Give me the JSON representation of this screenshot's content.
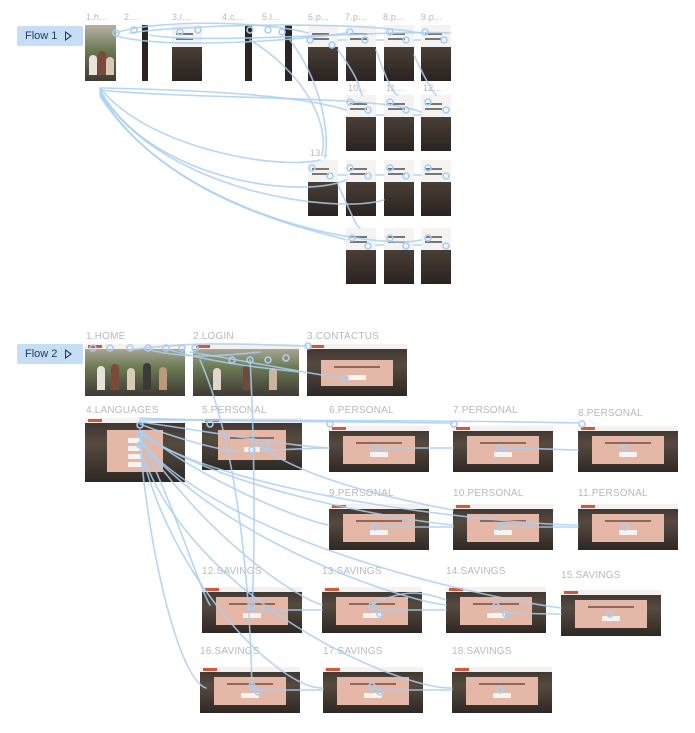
{
  "flows": [
    {
      "id": "flow2",
      "label": "Flow 2"
    },
    {
      "id": "flow1",
      "label": "Flow 1"
    }
  ],
  "flow2_frames": [
    "1.h...",
    "2....",
    "3.l...",
    "4.c...",
    "5.l...",
    "6.p...",
    "7.p...",
    "8.p...",
    "9.p...",
    "10...",
    "11...",
    "12...",
    "13..."
  ],
  "flow1_frames": {
    "home": "1.HOME",
    "login": "2.LOGIN",
    "contactus": "3.CONTACTUS",
    "languages": "4.LANGUAGES",
    "personal5": "5.PERSONAL",
    "personal6": "6.PERSONAL",
    "personal7": "7.PERSONAL",
    "personal8": "8.PERSONAL",
    "personal9": "9.PERSONAL",
    "personal10": "10.PERSONAL",
    "personal11": "11.PERSONAL",
    "savings12": "12.SAVINGS",
    "savings13": "13.SAVINGS",
    "savings14": "14.SAVINGS",
    "savings15": "15.SAVINGS",
    "savings16": "16.SAVINGS",
    "savings17": "17.SAVINGS",
    "savings18": "18.SAVINGS"
  },
  "colors": {
    "connector": "#a9cff2",
    "flow_tag_bg": "#c7ddf5",
    "label_gray": "#b9b9b9",
    "card_pink": "#e4b7a6",
    "brand_red": "#d9553a"
  }
}
